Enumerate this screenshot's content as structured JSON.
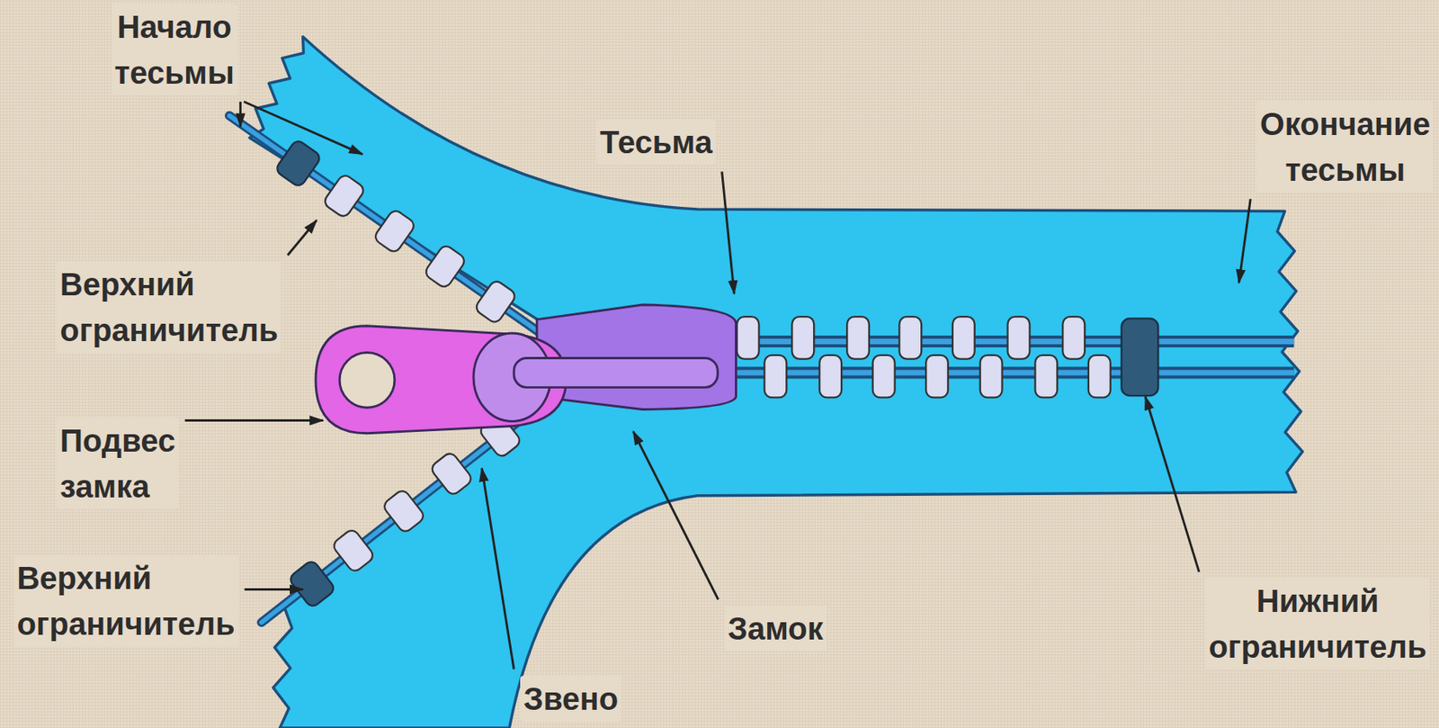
{
  "diagram": {
    "labels": [
      "Начало тесьмы",
      "Тесьма",
      "Окончание тесьмы",
      "Верхний ограничитель",
      "Подвес замка",
      "Верхний ограничитель",
      "Замок",
      "Звено",
      "Нижний ограничитель"
    ]
  }
}
